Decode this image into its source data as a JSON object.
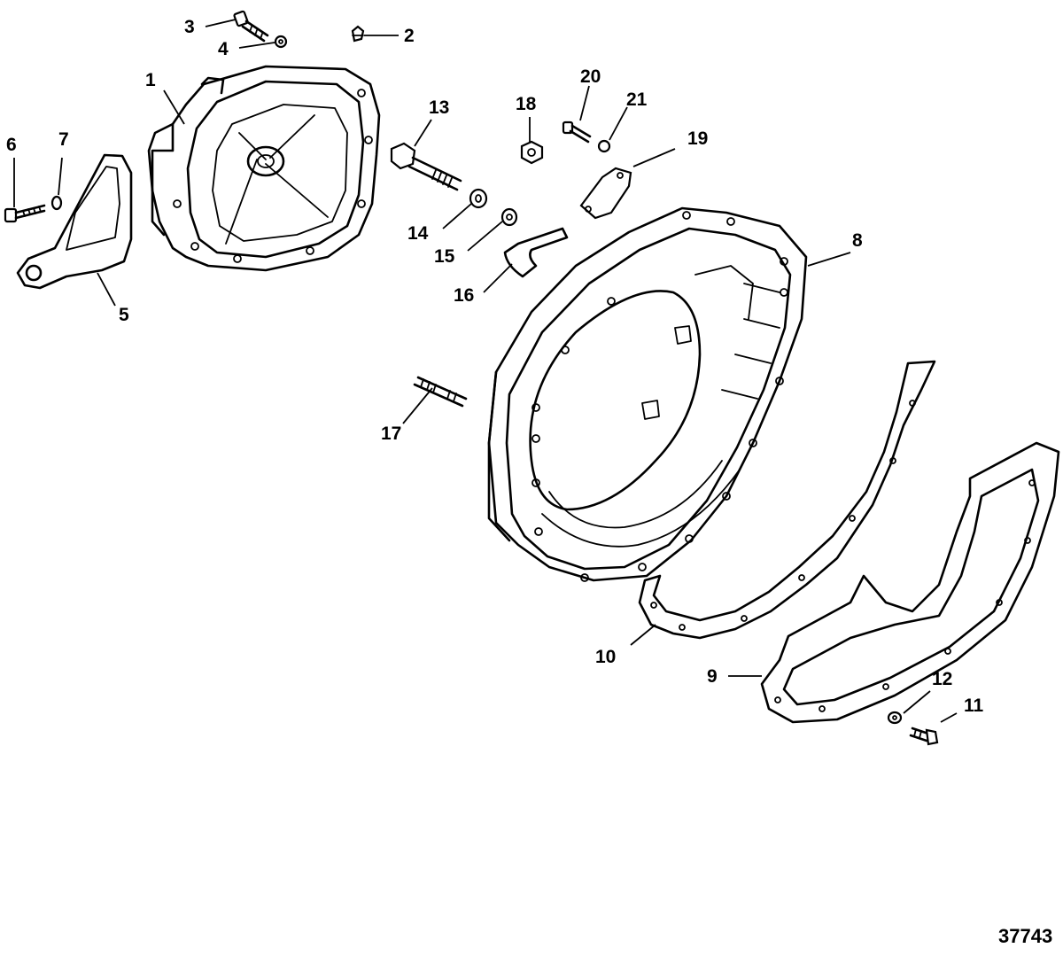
{
  "diagram": {
    "callouts": [
      "1",
      "2",
      "3",
      "4",
      "5",
      "6",
      "7",
      "8",
      "9",
      "10",
      "11",
      "12",
      "13",
      "14",
      "15",
      "16",
      "17",
      "18",
      "19",
      "20",
      "21"
    ],
    "figure_number": "37743"
  }
}
